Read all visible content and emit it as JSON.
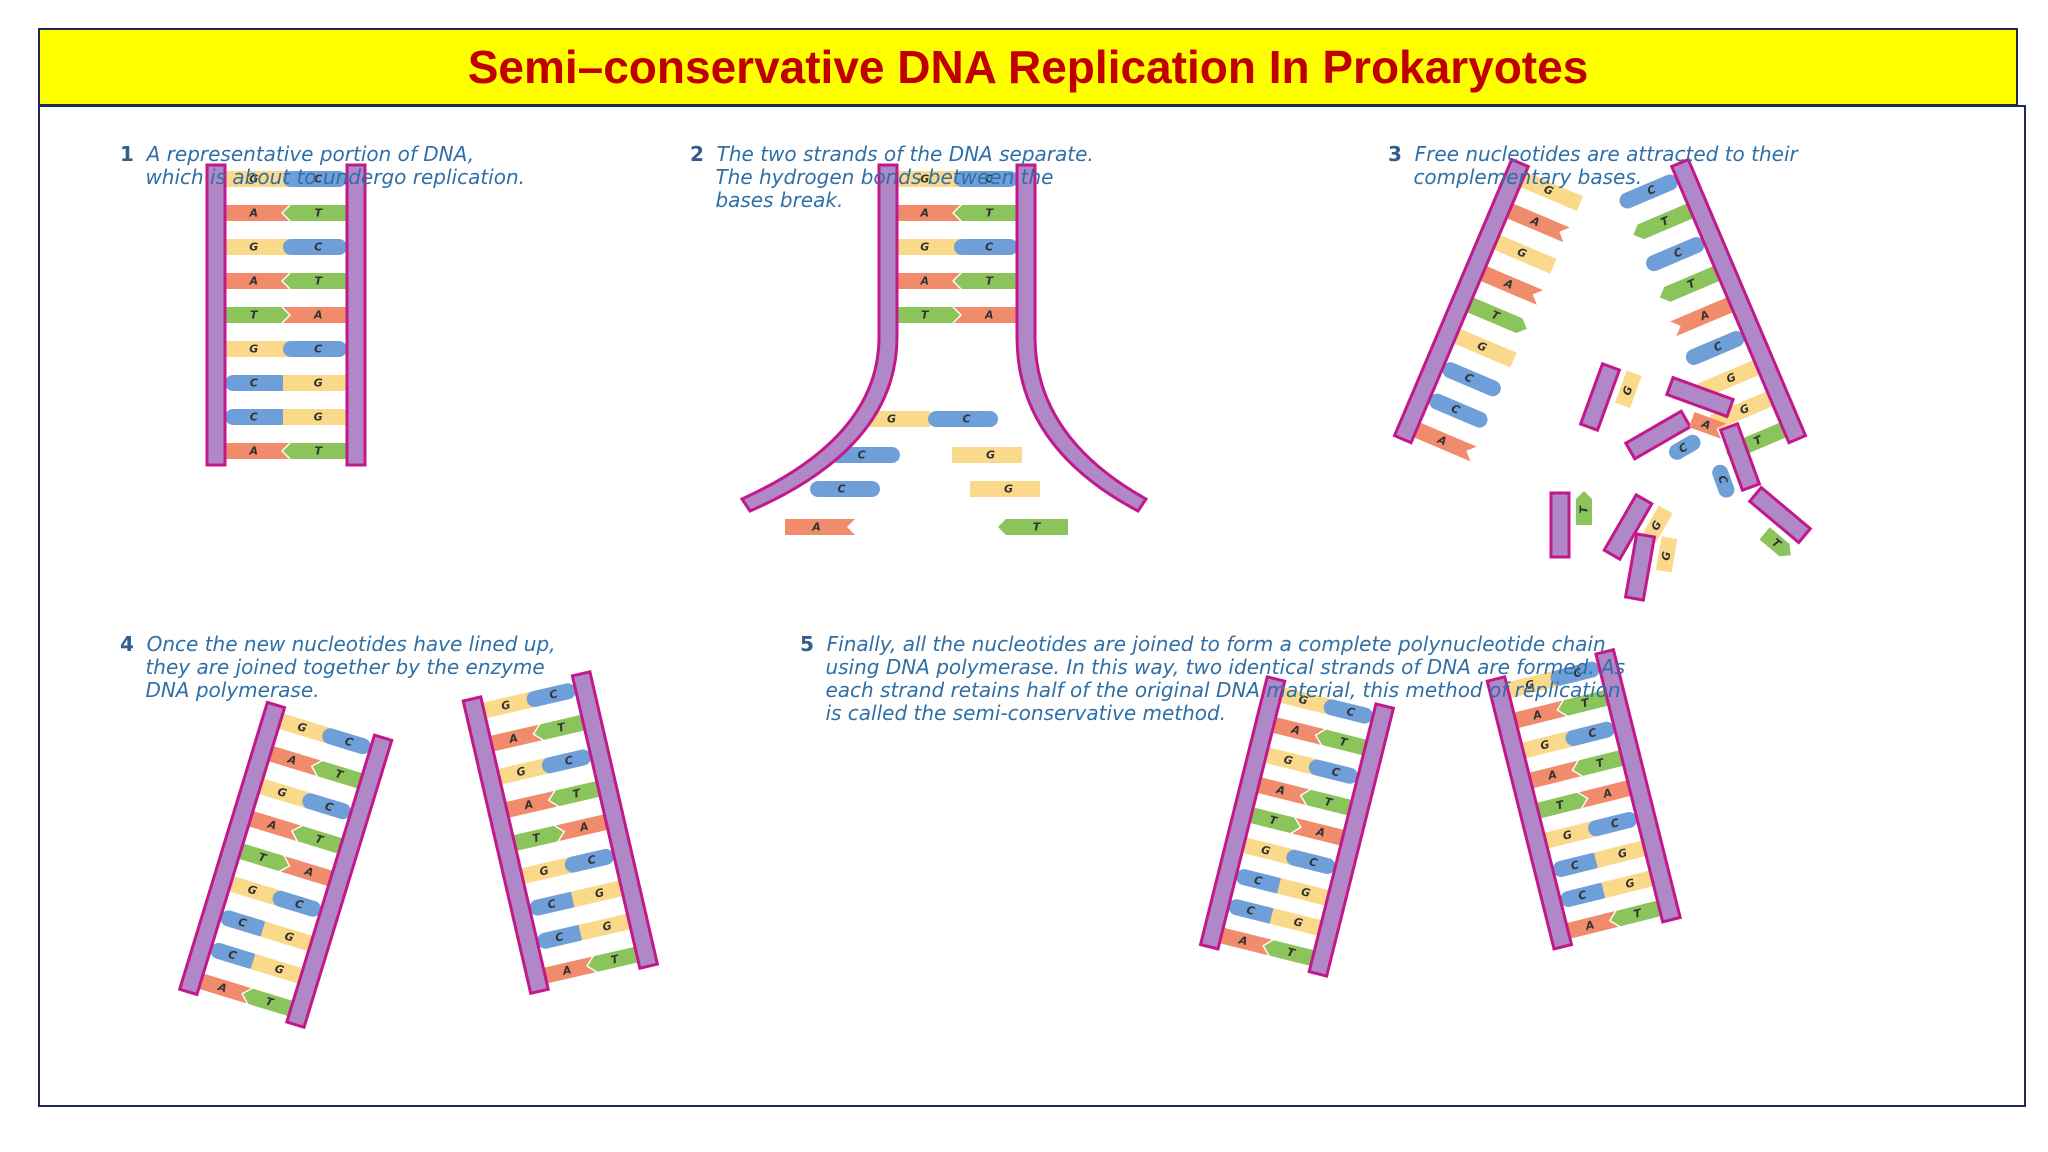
{
  "title": "Semi–conservative DNA Replication In Prokaryotes",
  "colors": {
    "title_bg": "#ffff00",
    "title_text": "#c00000",
    "caption_text": "#2f6fa6",
    "backbone_fill": "#b088c8",
    "backbone_stroke": "#c2188a",
    "base_G": "#fbd98a",
    "base_C": "#6f9fd8",
    "base_A": "#f08c6c",
    "base_T": "#8cc45c"
  },
  "steps": [
    {
      "num": "1",
      "lines": [
        "A representative portion of DNA,",
        "which is about to undergo replication."
      ]
    },
    {
      "num": "2",
      "lines": [
        "The two strands of the DNA separate.",
        "The hydrogen bonds between the",
        "bases break."
      ]
    },
    {
      "num": "3",
      "lines": [
        "Free nucleotides are attracted to their",
        "complementary bases."
      ]
    },
    {
      "num": "4",
      "lines": [
        "Once the new nucleotides have lined up,",
        "they are joined together by the enzyme",
        "DNA polymerase."
      ]
    },
    {
      "num": "5",
      "lines": [
        "Finally, all the nucleotides are joined to form a complete polynucleotide chain",
        "using DNA polymerase. In this way, two identical strands of DNA are formed. As",
        "each strand retains half of the original DNA material, this method of replication",
        "is called the semi-conservative method."
      ]
    }
  ],
  "dna": {
    "ladder_left": [
      "G",
      "A",
      "G",
      "A",
      "T",
      "G",
      "C",
      "C",
      "A"
    ],
    "ladder_right": [
      "C",
      "T",
      "C",
      "T",
      "A",
      "C",
      "G",
      "G",
      "T"
    ],
    "fork_paired_left": [
      "G",
      "A",
      "G",
      "A",
      "T"
    ],
    "fork_paired_right": [
      "C",
      "T",
      "C",
      "T",
      "A"
    ],
    "fork_open_left": [
      "G",
      "C",
      "C",
      "A"
    ],
    "fork_open_right": [
      "C",
      "G",
      "G",
      "T"
    ],
    "step3_left_strand": [
      "G",
      "A",
      "G",
      "A",
      "T",
      "G",
      "C",
      "C",
      "A"
    ],
    "step3_right_strand": [
      "C",
      "T",
      "C",
      "T",
      "A",
      "C",
      "G",
      "G",
      "T"
    ],
    "step3_free": [
      "G",
      "C",
      "T",
      "G",
      "A",
      "C",
      "T",
      "G"
    ]
  }
}
